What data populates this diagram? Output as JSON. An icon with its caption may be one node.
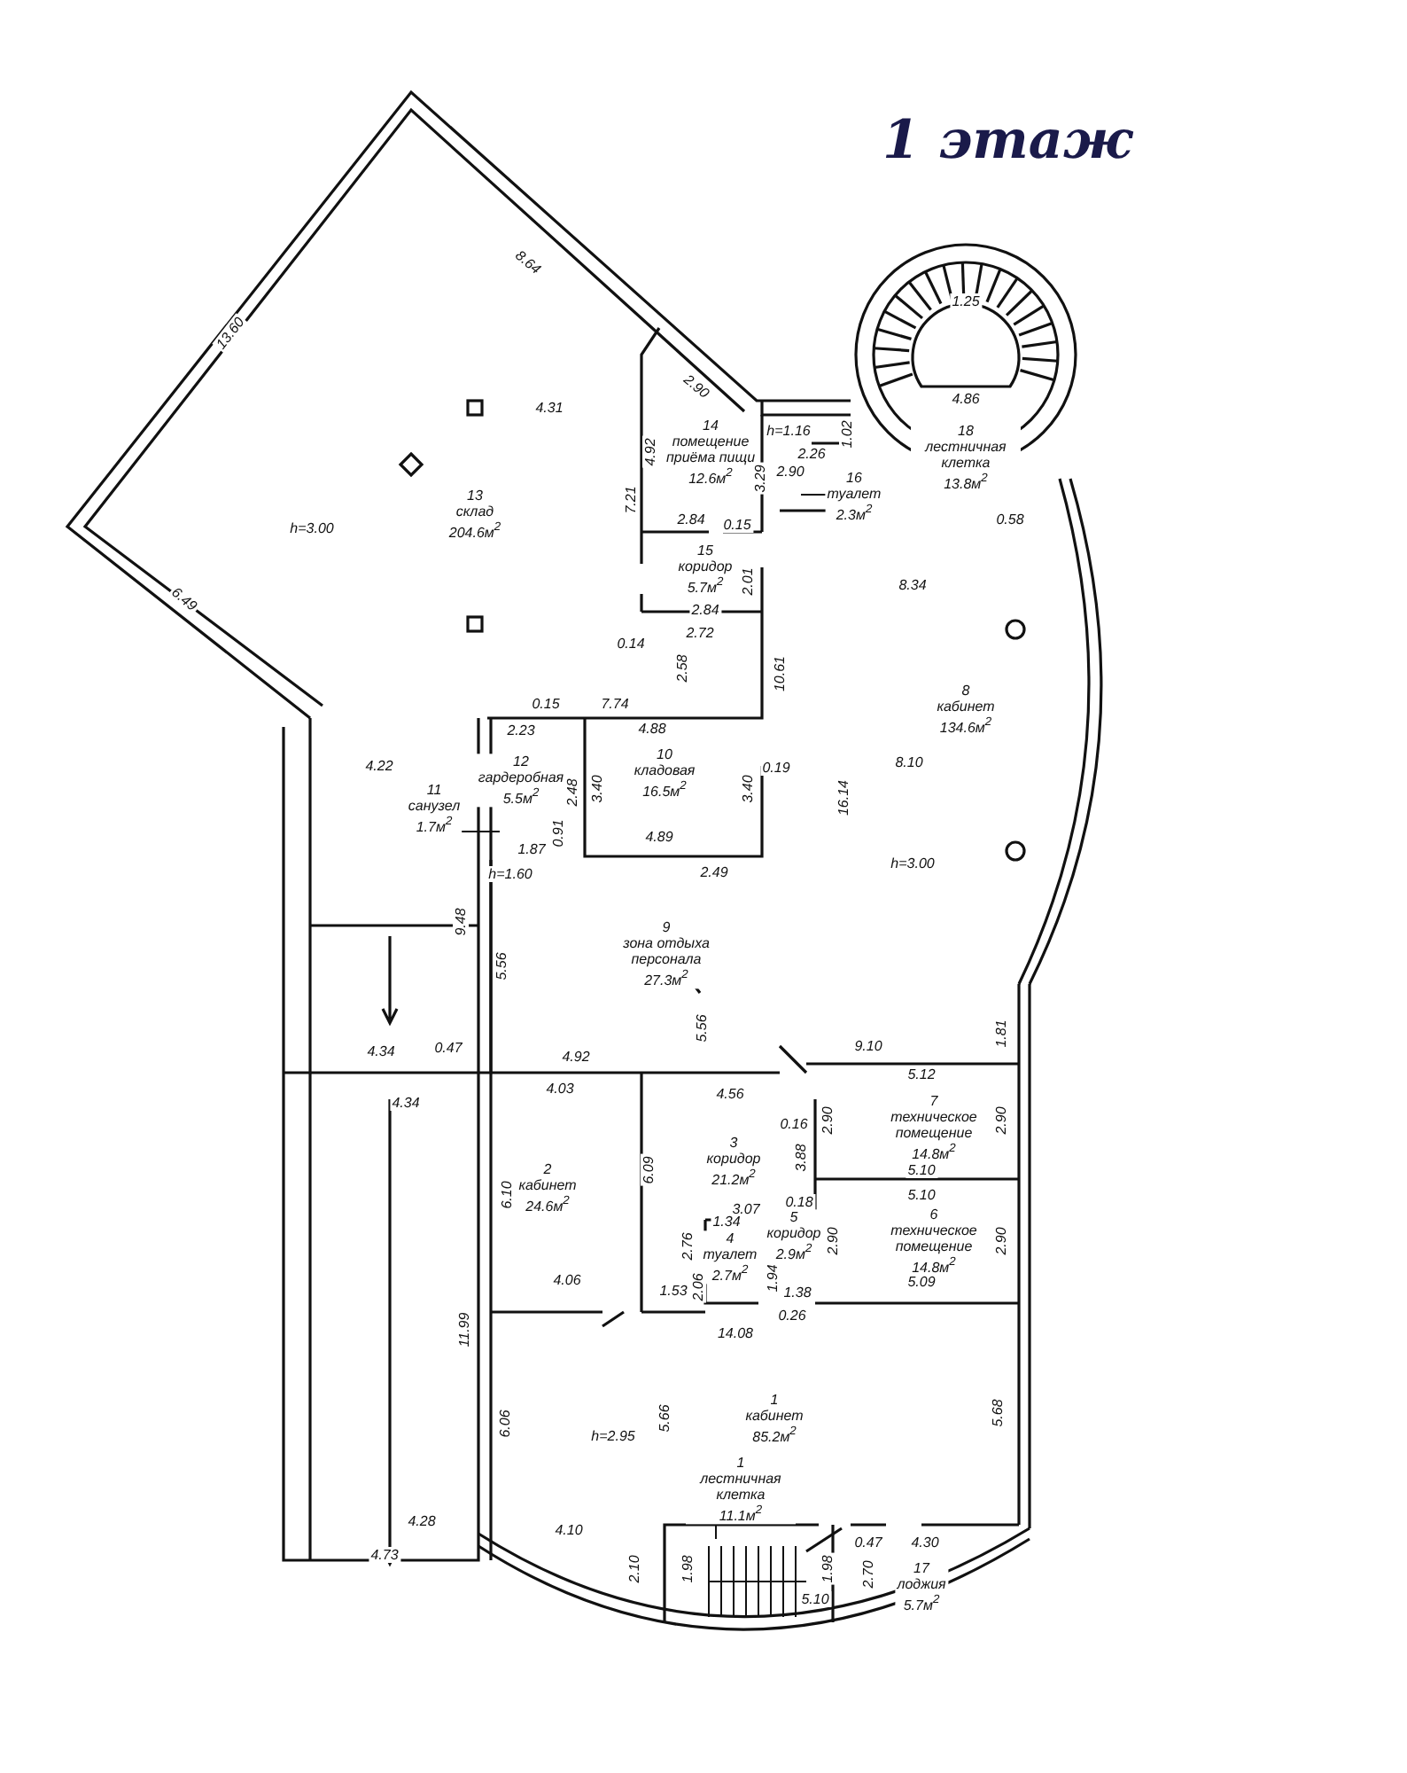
{
  "diagram": {
    "title": "1 этаж",
    "nodes": [
      {
        "text": [
          "13",
          "склад",
          "204.6м$^{2}$"
        ]
      },
      {
        "text": [
          "14",
          "помещение приёма пищи",
          "12.6м$^{2}$"
        ]
      },
      {
        "text": [
          "15",
          "коридор",
          "5.7м$^{2}$"
        ]
      },
      {
        "text": [
          "16",
          "туалет",
          "2.3м$^{2}$"
        ]
      },
      {
        "text": [
          "18",
          "лестничная клетка",
          "13.8м$^{2}$"
        ]
      },
      {
        "text": [
          "8",
          "кабинет",
          "134.6м$^{2}$"
        ]
      },
      {
        "text": [
          "12",
          "гардеробная",
          "5.5м$^{2}$"
        ]
      },
      {
        "text": [
          "11",
          "санузел",
          "1.7м$^{2}$"
        ]
      },
      {
        "text": [
          "10",
          "кладовая",
          "16.5м$^{2}$"
        ]
      },
      {
        "text": [
          "9",
          "зона отдыха персонала",
          "27.3м$^{2}$"
        ]
      },
      {
        "text": [
          "2",
          "кабинет",
          "24.6м$^{2}$"
        ]
      },
      {
        "text": [
          "3",
          "коридор",
          "21.2м$^{2}$"
        ]
      },
      {
        "text": [
          "7",
          "техническое помещение",
          "14.8м$^{2}$"
        ]
      },
      {
        "text": [
          "5",
          "коридор",
          "2.9м$^{2}$"
        ]
      },
      {
        "text": [
          "4",
          "туалет",
          "2.7м$^{2}$"
        ]
      },
      {
        "text": [
          "6",
          "техническое помещение",
          "14.8м$^{2}$"
        ]
      },
      {
        "text": [
          "1",
          "кабинет",
          "85.2м$^{2}$"
        ]
      },
      {
        "text": [
          "1",
          "лестничная клетка",
          "11.1м$^{2}$"
        ]
      },
      {
        "text": [
          "17",
          "лоджия",
          "5.7м$^{2}$"
        ]
      }
    ],
    "edges": [
      {
        "from": 3,
        "to": null,
        "arrow": "none"
      },
      {
        "from": 7,
        "to": null,
        "arrow": "none"
      },
      {
        "from": 17,
        "to": null,
        "arrow": "none"
      }
    ],
    "labels": [
      "8.64",
      "13.60",
      "2.90",
      "4.31",
      "4.92",
      "h=1.16",
      "1.02",
      "1.25",
      "4.86",
      "2.26",
      "2.90",
      "3.29",
      "7.21",
      "h=3.00",
      "2.84",
      "0.15",
      "0.58",
      "6.49",
      "0.14",
      "2.01",
      "2.84",
      "8.34",
      "2.72",
      "2.58",
      "10.61",
      "0.15",
      "7.74",
      "2.23",
      "4.88",
      "4.22",
      "2.48",
      "3.40",
      "3.40",
      "0.19",
      "16.14",
      "8.10",
      "1.87",
      "0.91",
      "4.89",
      "h=1.60",
      "2.49",
      "h=3.00",
      "9.48",
      "5.56",
      "5.56",
      "4.34",
      "0.47",
      "4.92",
      "9.10",
      "1.81",
      "5.12",
      "4.34",
      "4.03",
      "4.56",
      "0.16",
      "2.90",
      "2.90",
      "3.88",
      "6.10",
      "6.09",
      "5.10",
      "3.07",
      "0.18",
      "5.10",
      "1.34",
      "2.76",
      "2.90",
      "2.90",
      "2.06",
      "1.94",
      "1.38",
      "4.06",
      "1.53",
      "5.09",
      "0.26",
      "11.99",
      "14.08",
      "6.06",
      "5.66",
      "h=2.95",
      "5.68",
      "4.28",
      "4.10",
      "4.73",
      "2.10",
      "1.98",
      "1.98",
      "0.47",
      "4.30",
      "2.70",
      "5.10"
    ]
  }
}
